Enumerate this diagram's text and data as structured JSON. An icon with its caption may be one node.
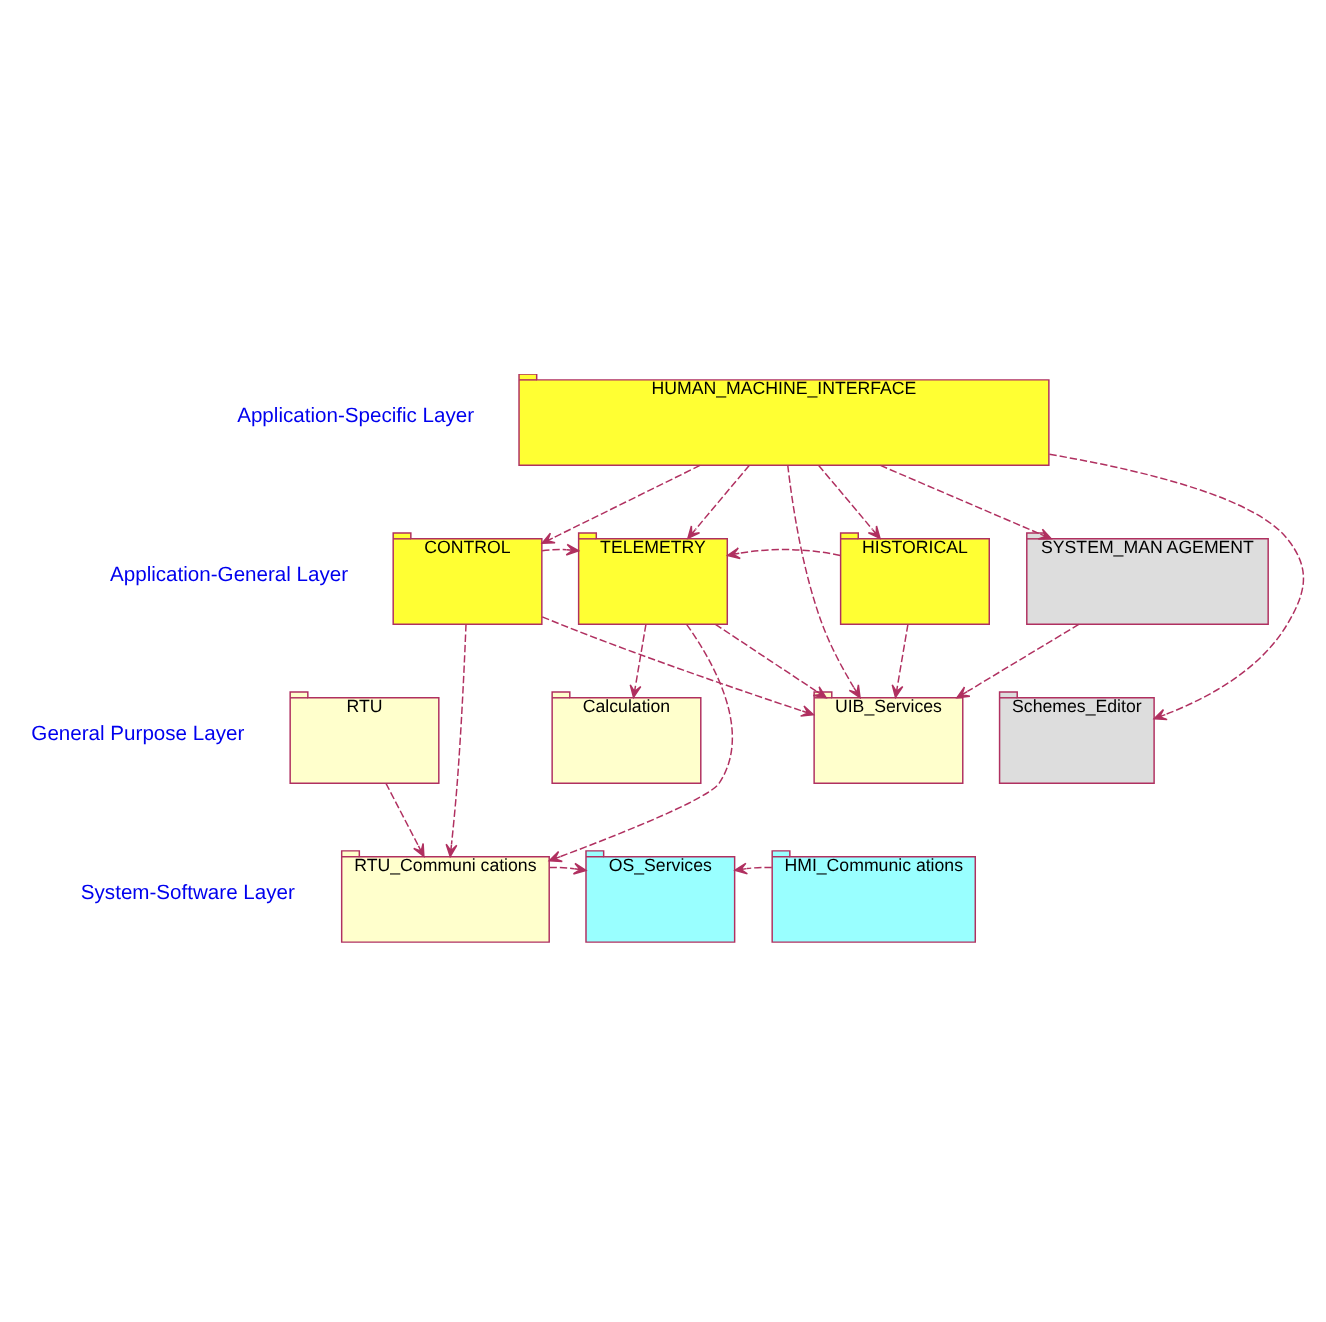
{
  "diagram": {
    "nodes": [
      {
        "text": [
          "HUMAN_MACHINE_INTERFACE"
        ]
      },
      {
        "text": [
          "CONTROL"
        ]
      },
      {
        "text": [
          "TELEMETRY"
        ]
      },
      {
        "text": [
          "HISTORICAL"
        ]
      },
      {
        "text": [
          "SYSTEM_MAN AGEMENT"
        ]
      },
      {
        "text": [
          "Calculation"
        ]
      },
      {
        "text": [
          "RTU"
        ]
      },
      {
        "text": [
          "UIB_Services"
        ]
      },
      {
        "text": [
          "Schemes_Editor"
        ]
      },
      {
        "text": [
          "RTU_Communi cations"
        ]
      },
      {
        "text": [
          "OS_Services"
        ]
      },
      {
        "text": [
          "HMI_Communic ations"
        ]
      }
    ],
    "edges": [
      {
        "from": 0,
        "to": 1,
        "arrow": "to",
        "style": "dashed"
      },
      {
        "from": 0,
        "to": 2,
        "arrow": "to",
        "style": "dashed"
      },
      {
        "from": 0,
        "to": 3,
        "arrow": "to",
        "style": "dashed"
      },
      {
        "from": 0,
        "to": 7,
        "arrow": "to",
        "style": "dashed"
      },
      {
        "from": 0,
        "to": 4,
        "arrow": "to",
        "style": "dashed"
      },
      {
        "from": 0,
        "to": 8,
        "arrow": "to",
        "style": "dashed"
      },
      {
        "from": 1,
        "to": 2,
        "arrow": "to",
        "style": "dashed"
      },
      {
        "from": 3,
        "to": 2,
        "arrow": "to",
        "style": "dashed"
      },
      {
        "from": 1,
        "to": 9,
        "arrow": "to",
        "style": "dashed"
      },
      {
        "from": 1,
        "to": 7,
        "arrow": "to",
        "style": "dashed"
      },
      {
        "from": 2,
        "to": 9,
        "arrow": "to",
        "style": "dashed"
      },
      {
        "from": 2,
        "to": 5,
        "arrow": "to",
        "style": "dashed"
      },
      {
        "from": 2,
        "to": 7,
        "arrow": "to",
        "style": "dashed"
      },
      {
        "from": 3,
        "to": 7,
        "arrow": "to",
        "style": "dashed"
      },
      {
        "from": 4,
        "to": 7,
        "arrow": "to",
        "style": "dashed"
      },
      {
        "from": 6,
        "to": 9,
        "arrow": "to",
        "style": "dashed"
      },
      {
        "from": 9,
        "to": 10,
        "arrow": "to",
        "style": "dashed"
      },
      {
        "from": 11,
        "to": 10,
        "arrow": "to",
        "style": "dashed"
      }
    ],
    "labels": [
      "Application-Specific Layer",
      "Application-General Layer",
      "General Purpose Layer",
      "System-Software Layer"
    ]
  }
}
